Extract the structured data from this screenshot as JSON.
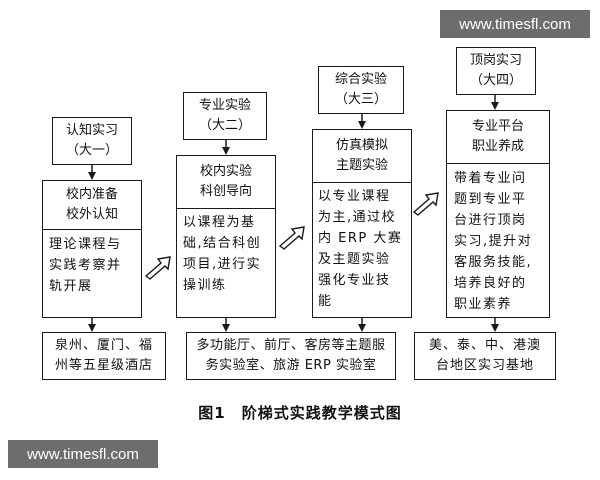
{
  "watermark_top": "www.timesfl.com",
  "watermark_bottom": "www.timesfl.com",
  "caption": "图1　阶梯式实践教学模式图",
  "stages": [
    {
      "label_lines": [
        "认知实习",
        "（大一）"
      ],
      "title_lines": [
        "校内准备",
        "校外认知"
      ],
      "body_lines": [
        "理论课程与",
        "实践考察并",
        "轨开展"
      ]
    },
    {
      "label_lines": [
        "专业实验",
        "（大二）"
      ],
      "title_lines": [
        "校内实验",
        "科创导向"
      ],
      "body_lines": [
        "以课程为基",
        "础,结合科创",
        "项目,进行实",
        "操训练"
      ]
    },
    {
      "label_lines": [
        "综合实验",
        "（大三）"
      ],
      "title_lines": [
        "仿真模拟",
        "主题实验"
      ],
      "body_lines": [
        "以专业课程",
        "为主,通过校",
        "内 ERP 大赛",
        "及主题实验",
        "强化专业技",
        "能"
      ]
    },
    {
      "label_lines": [
        "顶岗实习",
        "（大四）"
      ],
      "title_lines": [
        "专业平台",
        "职业养成"
      ],
      "body_lines": [
        "带着专业问",
        "题到专业平",
        "台进行顶岗",
        "实习,提升对",
        "客服务技能,",
        "培养良好的",
        "职业素养"
      ]
    }
  ],
  "destinations": [
    {
      "lines": [
        "泉州、厦门、福",
        "州等五星级酒店"
      ]
    },
    {
      "lines": [
        "多功能厅、前厅、客房等主题服",
        "务实验室、旅游 ERP 实验室"
      ]
    },
    {
      "lines": [
        "美、泰、中、港澳",
        "台地区实习基地"
      ]
    }
  ],
  "colors": {
    "line": "#1a1a1a",
    "watermark_bg": "#6d6d6d",
    "watermark_text": "#ffffff"
  }
}
